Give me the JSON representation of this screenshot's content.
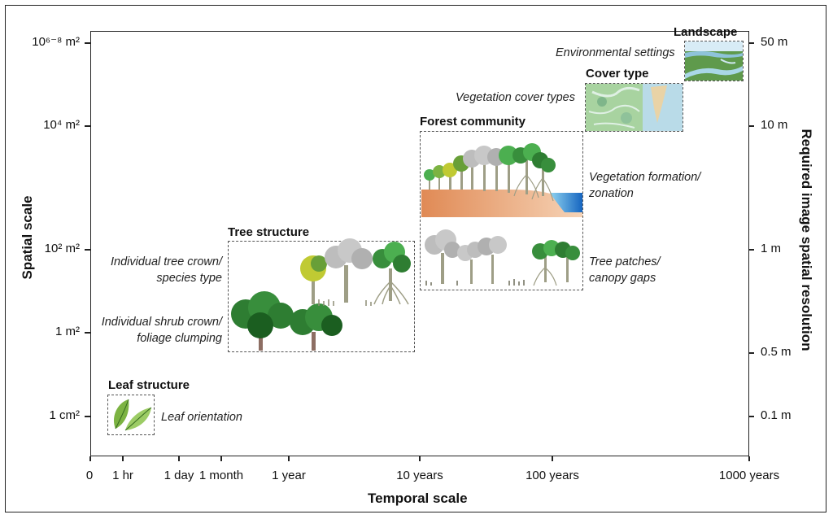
{
  "axes": {
    "x_title": "Temporal scale",
    "y_left_title": "Spatial scale",
    "y_right_title": "Required image spatial resolution",
    "x_ticks": [
      "0",
      "1 hr",
      "1 day",
      "1 month",
      "1 year",
      "10 years",
      "100 years",
      "1000 years"
    ],
    "y_left_ticks": {
      "t1": "1 cm²",
      "t2": "1 m²",
      "t3": "10² m²",
      "t4": "10⁴ m²",
      "t5": "10⁶⁻⁸ m²"
    },
    "y_right_ticks": [
      "0.1 m",
      "0.5 m",
      "1 m",
      "10 m",
      "50 m"
    ]
  },
  "levels": {
    "leaf": {
      "title": "Leaf structure",
      "annotations": [
        "Leaf orientation"
      ]
    },
    "tree": {
      "title": "Tree structure",
      "annotations": [
        [
          "Individual tree crown/",
          "species type"
        ],
        [
          "Individual shrub crown/",
          "foliage clumping"
        ]
      ]
    },
    "forest": {
      "title": "Forest community",
      "annotations": [
        [
          "Vegetation formation/",
          "zonation"
        ],
        [
          "Tree patches/",
          "canopy gaps"
        ]
      ]
    },
    "cover": {
      "title": "Cover type",
      "annotations": [
        "Vegetation cover types"
      ]
    },
    "landscape": {
      "title": "Landscape",
      "annotations": [
        "Environmental settings"
      ]
    }
  },
  "colors": {
    "box_border": "#555555",
    "sand": "#e8a070",
    "water": "#1f7bc4",
    "foliage_dark": "#2e7d32",
    "foliage_light": "#8bc34a",
    "trunk": "#9e9e86"
  }
}
